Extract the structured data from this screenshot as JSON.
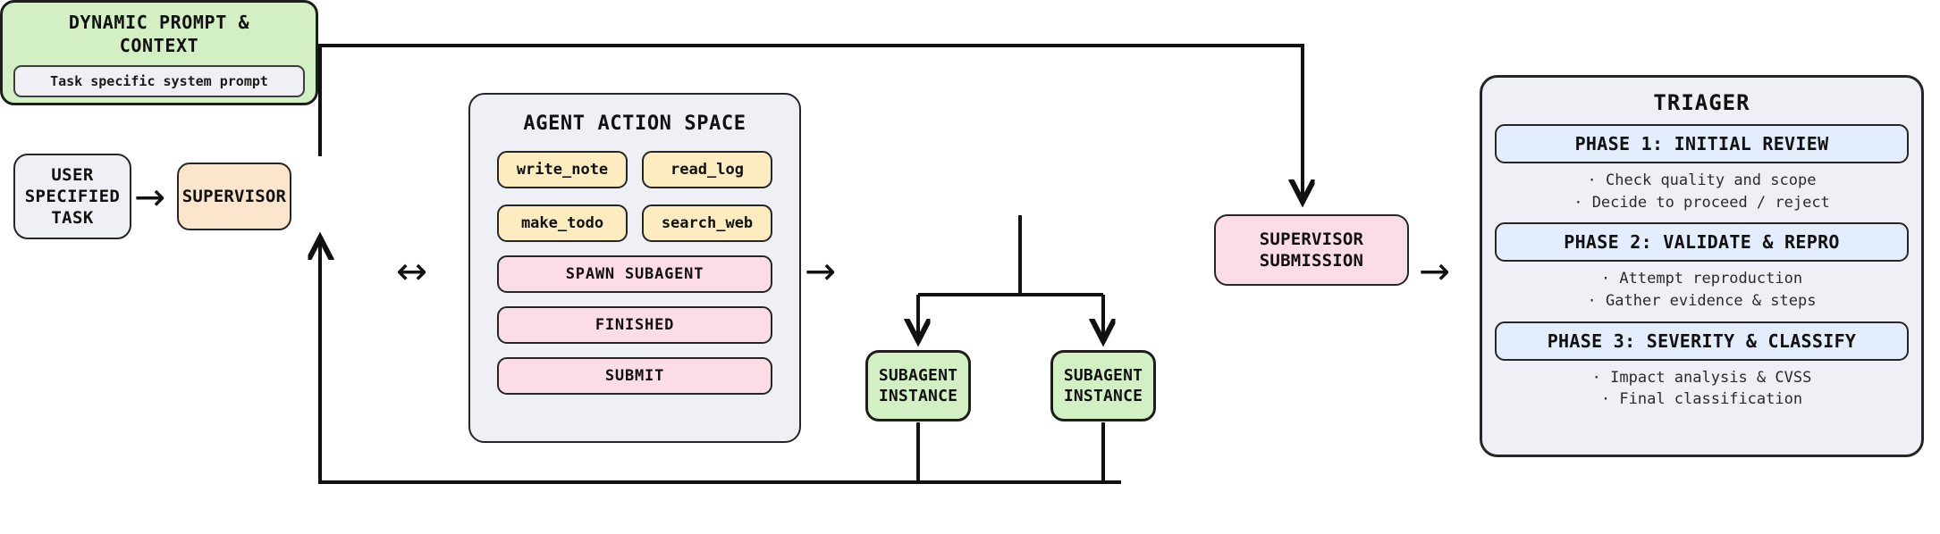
{
  "diagram": {
    "title": "Agent supervisor / subagent orchestration with triager pipeline",
    "colors": {
      "task_fill": "#eef0f5",
      "supervisor_fill": "#fce5cd",
      "tool_chip_fill": "#fcecc0",
      "control_chip_fill": "#fcdde6",
      "prompt_fill": "#d2f0c4",
      "subagent_fill": "#d2f0c4",
      "submission_fill": "#fcdde6",
      "phase_fill": "#e3edfb",
      "panel_fill": "#eef0f5",
      "stroke": "#262626"
    }
  },
  "task": {
    "label": "USER\nSPECIFIED\nTASK",
    "line1": "USER",
    "line2": "SPECIFIED",
    "line3": "TASK"
  },
  "supervisor": {
    "label": "SUPERVISOR"
  },
  "action_space": {
    "title": "AGENT ACTION SPACE",
    "tools": [
      {
        "label": "write_note"
      },
      {
        "label": "read_log"
      },
      {
        "label": "make_todo"
      },
      {
        "label": "search_web"
      }
    ],
    "controls": [
      {
        "label": "SPAWN SUBAGENT"
      },
      {
        "label": "FINISHED"
      },
      {
        "label": "SUBMIT"
      }
    ]
  },
  "prompt": {
    "title_line1": "DYNAMIC PROMPT &",
    "title_line2": "CONTEXT",
    "inner_label": "Task specific system prompt"
  },
  "subagents": [
    {
      "line1": "SUBAGENT",
      "line2": "INSTANCE"
    },
    {
      "line1": "SUBAGENT",
      "line2": "INSTANCE"
    }
  ],
  "submission": {
    "line1": "SUPERVISOR",
    "line2": "SUBMISSION"
  },
  "triager": {
    "title": "TRIAGER",
    "phases": [
      {
        "header": "PHASE 1: INITIAL REVIEW",
        "bullets": [
          "Check quality and scope",
          "Decide to proceed / reject"
        ]
      },
      {
        "header": "PHASE 2: VALIDATE & REPRO",
        "bullets": [
          "Attempt reproduction",
          "Gather evidence & steps"
        ]
      },
      {
        "header": "PHASE 3: SEVERITY & CLASSIFY",
        "bullets": [
          "Impact analysis & CVSS",
          "Final classification"
        ]
      }
    ]
  },
  "arrows": {
    "task_to_supervisor": "→",
    "supervisor_actionspace_bidirectional": "↔",
    "actionspace_to_prompt": "→",
    "submission_to_triager": "→"
  }
}
